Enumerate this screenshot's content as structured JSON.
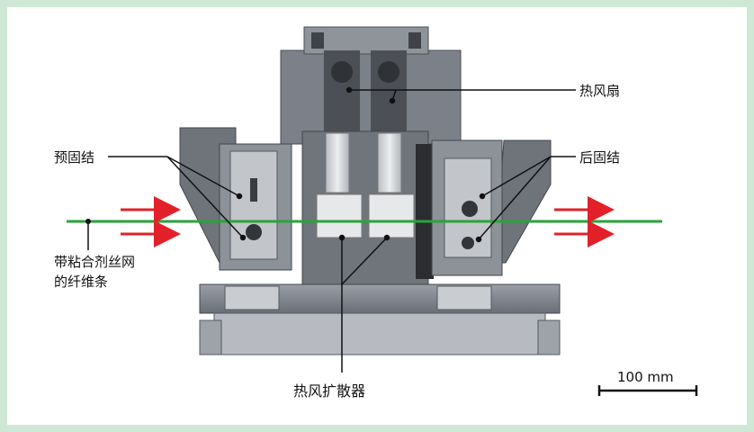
{
  "labels": {
    "hot_air_fan": "热风扇",
    "pre_fixing": "预固结",
    "post_fixing": "后固结",
    "fiber_mesh_line1": "带粘合剂丝网",
    "fiber_mesh_line2": "的纤维条",
    "hot_air_diffuser": "热风扩散器",
    "scale": "100 mm"
  },
  "colors": {
    "border": "#cfe8d6",
    "green_line": "#2aa33b",
    "red_arrow": "#e2202a",
    "machine_dark": "#5a5e66",
    "machine_mid": "#8c9098",
    "machine_light": "#c7cacf"
  }
}
